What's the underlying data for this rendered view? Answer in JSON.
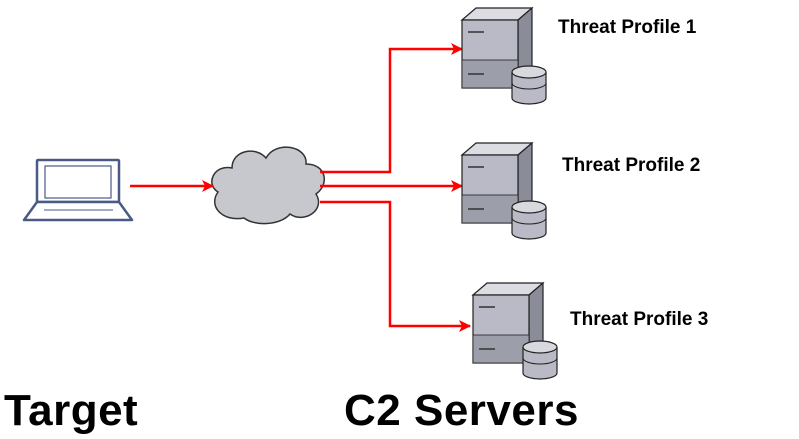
{
  "labels": {
    "target": "Target",
    "c2_servers": "C2 Servers"
  },
  "servers": [
    {
      "label": "Threat Profile 1"
    },
    {
      "label": "Threat Profile 2"
    },
    {
      "label": "Threat Profile 3"
    }
  ],
  "colors": {
    "arrow": "#ff0000",
    "server_front": "#b6b7c2",
    "server_side": "#878995",
    "server_top": "#d8d9df",
    "cloud_fill": "#c5c6cc",
    "laptop_outline": "#4a5a85",
    "laptop_screen": "#ffffff"
  },
  "icons": [
    "laptop-icon",
    "cloud-icon",
    "server-icon"
  ]
}
